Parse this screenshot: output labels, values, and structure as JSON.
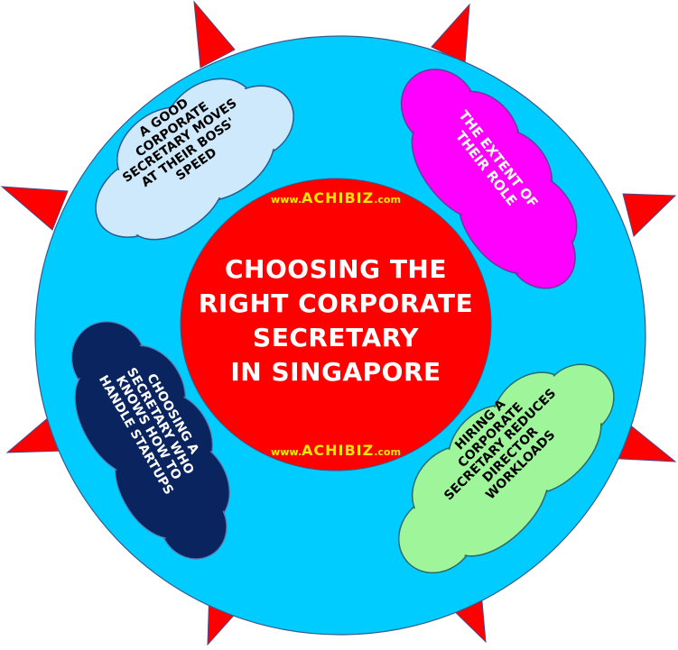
{
  "diagram": {
    "type": "hub-and-spoke",
    "colors": {
      "spike": "#ff0000",
      "outer_ring": "#00ccff",
      "center_circle": "#ff0000",
      "center_text": "#ffffff",
      "url_text": "#ffe600",
      "outline": "#3a5a8c"
    },
    "center": {
      "title_lines": [
        "CHOOSING THE",
        "RIGHT CORPORATE",
        "SECRETARY",
        "IN SINGAPORE"
      ],
      "url_top": {
        "prefix": "www.",
        "brand": "ACHIBIZ",
        "suffix": ".com"
      },
      "url_bottom": {
        "prefix": "www.",
        "brand": "ACHIBIZ",
        "suffix": ".com"
      }
    },
    "clouds": [
      {
        "id": "boss-speed",
        "fill": "#cde9fb",
        "text_color": "#000000",
        "lines": [
          "A GOOD",
          "CORPORATE",
          "SECRETARY MOVES",
          "AT THEIR BOSS'",
          "SPEED"
        ]
      },
      {
        "id": "extent-of-role",
        "fill": "#ff00ff",
        "text_color": "#ffffff",
        "lines": [
          "THE EXTENT OF",
          "THEIR ROLE"
        ]
      },
      {
        "id": "handle-startups",
        "fill": "#0a2460",
        "text_color": "#ffffff",
        "lines": [
          "CHOOSING A",
          "SECRETARY WHO",
          "KNOWS HOW TO",
          "HANDLE STARTUPS"
        ]
      },
      {
        "id": "reduce-workloads",
        "fill": "#9ef59a",
        "text_color": "#000000",
        "lines": [
          "HIRING A",
          "CORPORATE",
          "SECRETARY REDUCES",
          "DIRECTOR",
          "WORKLOADS"
        ]
      }
    ]
  }
}
